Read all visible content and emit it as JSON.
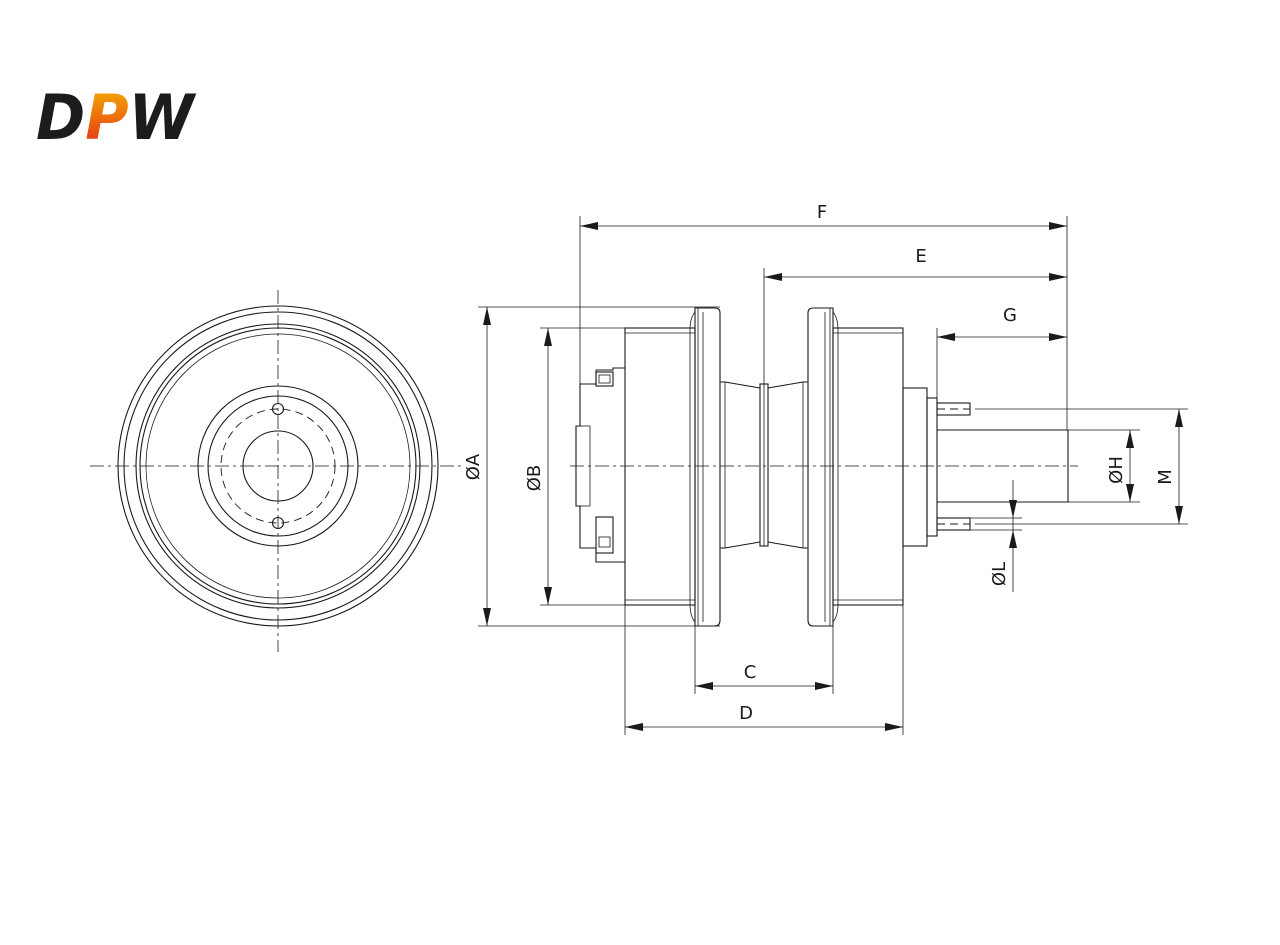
{
  "logo": {
    "text": "DPW",
    "colors": {
      "dark": "#1c1c1c",
      "accent_top": "#f6b800",
      "accent_bottom": "#e2231a"
    }
  },
  "dimensions": {
    "A": "ØA",
    "B": "ØB",
    "C": "C",
    "D": "D",
    "E": "E",
    "F": "F",
    "G": "G",
    "H": "ØH",
    "L": "ØL",
    "M": "M"
  }
}
